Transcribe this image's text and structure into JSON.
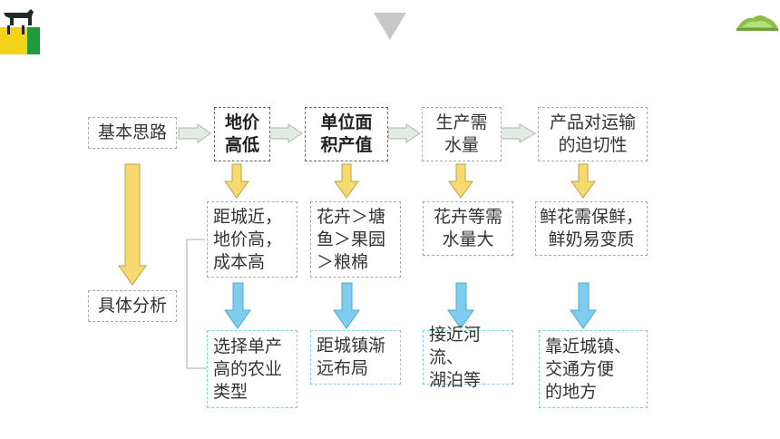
{
  "colors": {
    "yellow_arrow": "#f6da6e",
    "blue_arrow": "#7fcdee",
    "side_arrow": "#e2ece4",
    "logo_green": "#1f9a3e",
    "logo_yellow": "#f3d21a"
  },
  "icons": [
    "cow-logo-icon",
    "triangle-down-icon",
    "hill-icon"
  ],
  "basic_idea": "基本思路",
  "specific_analysis": "具体分析",
  "factors": [
    "地价\n高低",
    "单位面\n积产值",
    "生产需\n水量",
    "产品对运输\n的迫切性"
  ],
  "analysis": [
    "距城近，\n地价高，\n成本高",
    "花卉＞塘\n鱼＞果园\n＞粮棉",
    "花卉等需\n水量大",
    "鲜花需保鲜，\n鲜奶易变质"
  ],
  "conclusions": [
    "选择单产\n高的农业\n类型",
    "距城镇渐\n远布局",
    "接近河流、\n湖泊等",
    "靠近城镇、\n交通方便\n的地方"
  ]
}
